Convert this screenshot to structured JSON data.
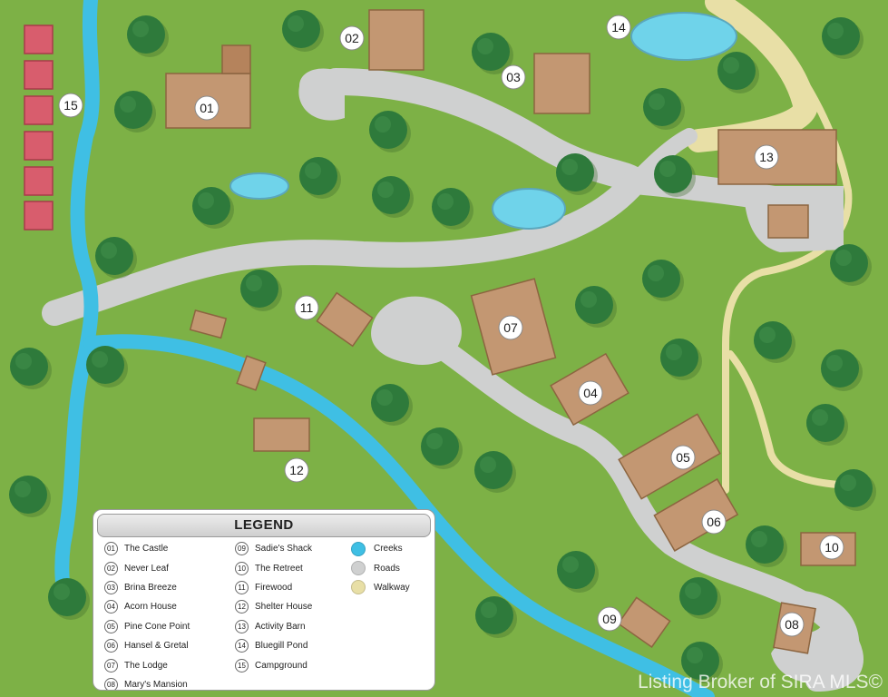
{
  "legend": {
    "title": "LEGEND",
    "items": [
      {
        "num": "01",
        "name": "The Castle"
      },
      {
        "num": "02",
        "name": "Never Leaf"
      },
      {
        "num": "03",
        "name": "Brina Breeze"
      },
      {
        "num": "04",
        "name": "Acorn House"
      },
      {
        "num": "05",
        "name": "Pine Cone Point"
      },
      {
        "num": "06",
        "name": "Hansel & Gretal"
      },
      {
        "num": "07",
        "name": "The Lodge"
      },
      {
        "num": "08",
        "name": "Mary's Mansion"
      },
      {
        "num": "09",
        "name": "Sadie's Shack"
      },
      {
        "num": "10",
        "name": "The Retreet"
      },
      {
        "num": "11",
        "name": "Firewood"
      },
      {
        "num": "12",
        "name": "Shelter House"
      },
      {
        "num": "13",
        "name": "Activity Barn"
      },
      {
        "num": "14",
        "name": "Bluegill Pond"
      },
      {
        "num": "15",
        "name": "Campground"
      }
    ],
    "keys": [
      {
        "label": "Creeks",
        "color": "#3fbfe4"
      },
      {
        "label": "Roads",
        "color": "#cfd0d0"
      },
      {
        "label": "Walkway",
        "color": "#e8dfa6"
      }
    ]
  },
  "markers": [
    "01",
    "02",
    "03",
    "04",
    "05",
    "06",
    "07",
    "08",
    "09",
    "10",
    "11",
    "12",
    "13",
    "14",
    "15"
  ],
  "watermark": "Listing Broker of SIRA MLS©",
  "colors": {
    "grass": "#7db146",
    "creek": "#3fbfe4",
    "road": "#cfd0d0",
    "walkway": "#e8dfa6",
    "building": "#c39772",
    "campsite": "#d85d6d",
    "tree": "#2f7a3a"
  }
}
